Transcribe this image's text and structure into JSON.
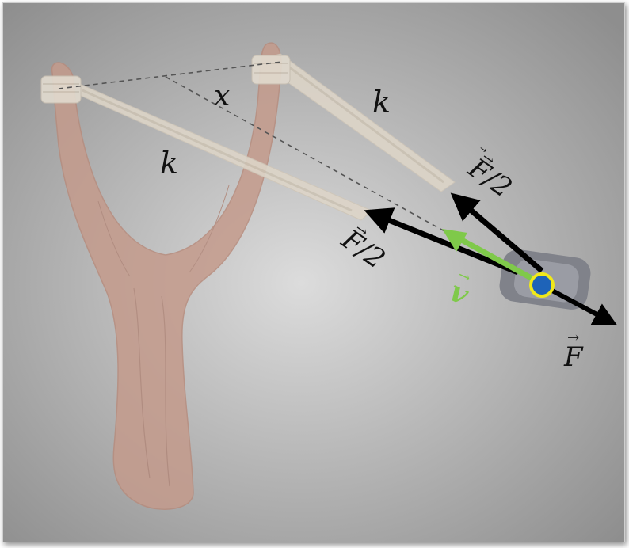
{
  "diagram": {
    "labels": {
      "band_top": "k",
      "band_bottom": "k",
      "stretch": "x",
      "force_half_top": "F/2",
      "force_half_bottom": "F/2",
      "velocity": "v",
      "force": "F"
    },
    "colors": {
      "background_center": "#d8d8d8",
      "background_edge": "#9a9a9a",
      "wood": "#c2988a",
      "band": "#ddd6c9",
      "arrow_force": "#000000",
      "arrow_velocity": "#7fc94a",
      "projectile_fill": "#1e63b8",
      "projectile_ring": "#f0e81a",
      "pouch": "#7e8088"
    },
    "icons": [
      "slingshot-frame-icon",
      "rubber-band-icon",
      "pouch-icon"
    ]
  }
}
